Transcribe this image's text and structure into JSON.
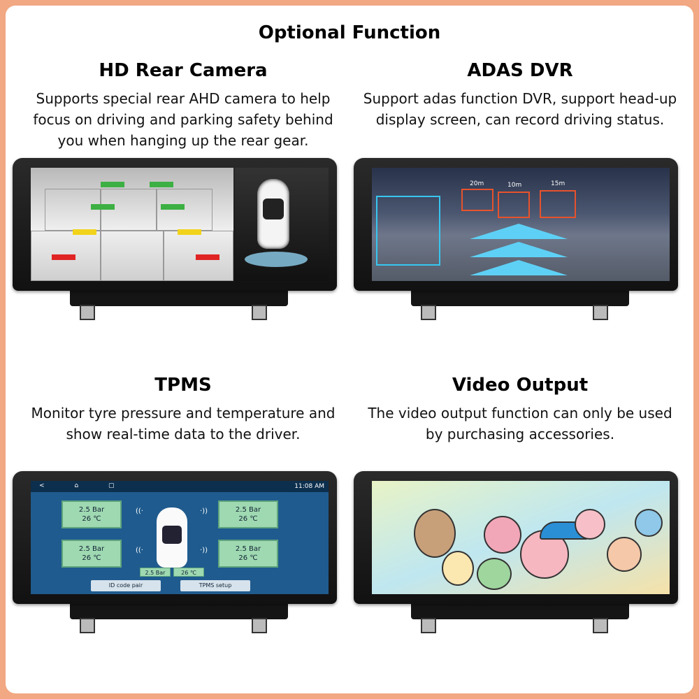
{
  "title": "Optional Function",
  "features": [
    {
      "heading": "HD Rear Camera",
      "description": "Supports special rear AHD camera to help focus on driving and parking safety behind you when hanging up the rear gear."
    },
    {
      "heading": "ADAS DVR",
      "description": "Support adas function DVR, support head-up display screen, can record driving status."
    },
    {
      "heading": "TPMS",
      "description": "Monitor tyre pressure and temperature and show real-time data to the driver."
    },
    {
      "heading": "Video Output",
      "description": "The video output function can only be used by purchasing accessories."
    }
  ],
  "adas_screen": {
    "distance_left": "20m",
    "distance_center": "10m",
    "distance_right": "15m"
  },
  "tpms_screen": {
    "status_time": "11:08 AM",
    "nav_icons": "< ⌂ ▢",
    "tires": [
      {
        "pressure": "2.5 Bar",
        "temperature": "26 ℃"
      },
      {
        "pressure": "2.5 Bar",
        "temperature": "26 ℃"
      },
      {
        "pressure": "2.5 Bar",
        "temperature": "26 ℃"
      },
      {
        "pressure": "2.5 Bar",
        "temperature": "26 ℃"
      }
    ],
    "spare": {
      "pressure": "2.5 Bar",
      "temperature": "26 ℃"
    },
    "id_code_button": "ID code pair",
    "setup_button": "TPMS setup"
  },
  "colors": {
    "border": "#f2a882",
    "adas_box": "#36c6f0",
    "tpms_bg": "#1f5b8e",
    "tpms_tile": "#9fd9b2"
  }
}
